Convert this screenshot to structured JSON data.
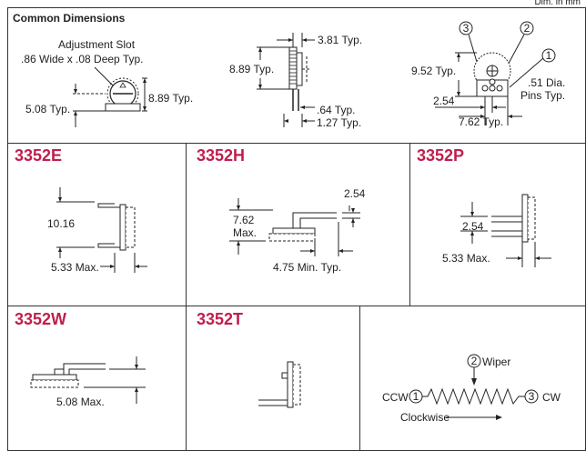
{
  "units_note": "Dim. in mm",
  "common": {
    "title": "Common Dimensions",
    "slot_label": "Adjustment Slot",
    "slot_size": ".86 Wide x .08 Deep Typ.",
    "dim_889": "8.89 Typ.",
    "dim_508": "5.08 Typ.",
    "side_381": "3.81 Typ.",
    "side_889": "8.89 Typ.",
    "side_064": ".64 Typ.",
    "side_127": "1.27 Typ.",
    "pins_952": "9.52 Typ.",
    "pins_254": "2.54",
    "pins_762": "7.62 Typ.",
    "pins_dia": ".51 Dia.",
    "pins_typ": "Pins Typ.",
    "pin1": "1",
    "pin2": "2",
    "pin3": "3"
  },
  "e": {
    "title": "3352E",
    "d1": "10.16",
    "d2": "5.33 Max."
  },
  "h": {
    "title": "3352H",
    "d1": "2.54",
    "d2": "7.62",
    "d3": "Max.",
    "d4": "4.75 Min. Typ."
  },
  "p": {
    "title": "3352P",
    "d1": "2.54",
    "d2": "5.33 Max."
  },
  "w": {
    "title": "3352W",
    "d1": "5.08 Max."
  },
  "t": {
    "title": "3352T"
  },
  "schem": {
    "wiper": "Wiper",
    "ccw": "CCW",
    "cw": "CW",
    "clockwise": "Clockwise",
    "n1": "1",
    "n2": "2",
    "n3": "3"
  }
}
